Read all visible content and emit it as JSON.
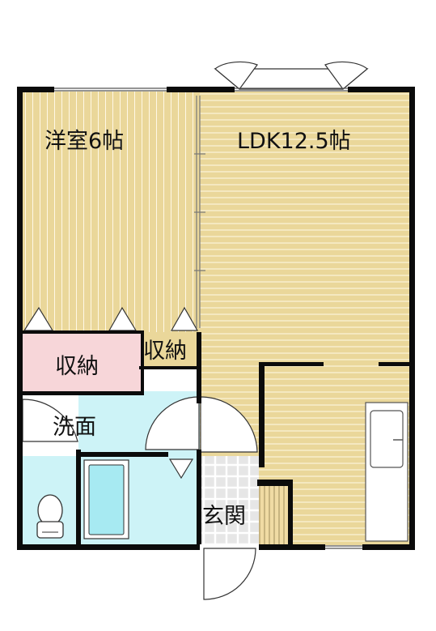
{
  "rooms": {
    "western_room": "洋室6帖",
    "ldk": "LDK12.5帖",
    "closet_main": "収納",
    "closet_small": "収納",
    "washroom": "洗面",
    "entrance": "玄関"
  },
  "colors": {
    "floor_wood": "#ead79a",
    "wood_stripe": "#fff8e6",
    "closet": "#f7d6d9",
    "wet_area": "#cdf3f7",
    "bathtub": "#a7eaf2",
    "entrance_tile": "#e4e4e4",
    "step": "#f0dba4",
    "wall": "#0b0b0b"
  },
  "icons": [
    "door-swing-icon",
    "toilet-icon",
    "bathtub-icon",
    "kitchen-sink-icon",
    "window-icon"
  ]
}
